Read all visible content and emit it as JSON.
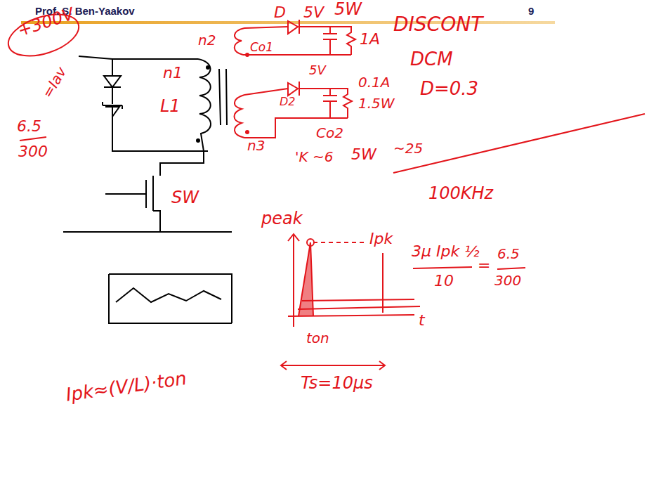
{
  "diagram": {
    "labels": [
      "Prof. S. Ben-Yaakov",
      "9",
      "+300V",
      "n1",
      "L1",
      "n2",
      "D",
      "5V",
      "5W",
      "Co1",
      "1A",
      "DISCONT",
      "DCM",
      "D=0.3",
      "n3",
      "D2",
      "5V",
      "0.1A",
      "1.5W",
      "Co2",
      "6.5",
      "300",
      "=Iav",
      "SW",
      "'K ~6",
      "5W",
      "~25",
      "100KHz",
      "peak",
      "Ipk",
      "t",
      "ton",
      "Ts=10µs",
      "Ipk≈(V/L)·ton",
      "3µ Ipk ½",
      "10",
      "=",
      "6.5",
      "300"
    ]
  }
}
